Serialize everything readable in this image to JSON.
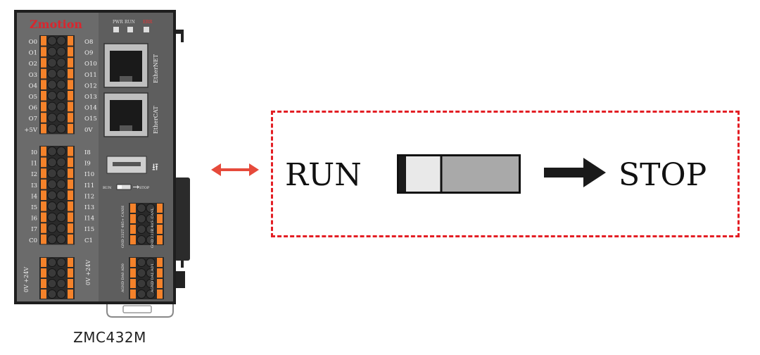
{
  "device": {
    "brand": "Zmotion",
    "model": "ZMC432M",
    "led_labels": [
      "PWR",
      "RUN",
      "ERR"
    ],
    "left_top_labels": [
      "O0",
      "O1",
      "O2",
      "O3",
      "O4",
      "O5",
      "O6",
      "O7",
      "+5V"
    ],
    "right_top_labels": [
      "O8",
      "O9",
      "O10",
      "O11",
      "O12",
      "O13",
      "O14",
      "O15",
      "0V"
    ],
    "left_mid_labels": [
      "I0",
      "I1",
      "I2",
      "I3",
      "I4",
      "I5",
      "I6",
      "I7",
      "C0"
    ],
    "right_mid_labels": [
      "I8",
      "I9",
      "I10",
      "I11",
      "I12",
      "I13",
      "I14",
      "I15",
      "C1"
    ],
    "port_ethernet": "EtherNET",
    "port_ethercat": "EtherCAT",
    "mini_switch_run": "RUN",
    "mini_switch_stop": "STOP",
    "power_label": "0V +24V",
    "power_label_2": "0V +24V",
    "comm_label_left": "GND 232T 485+ CANH",
    "comm_label_right": "GND 232R 485- CANL",
    "analog_label_left": "AGND DA0 AD0",
    "analog_label_right": "AGND DA1 AD1"
  },
  "callout": {
    "run_label": "RUN",
    "stop_label": "STOP"
  },
  "colors": {
    "accent_red": "#e31e24",
    "body_gray": "#6b6b6b",
    "terminal_orange": "#f5822a",
    "brand_red": "#d9262e"
  },
  "caption": "ZMC432M"
}
